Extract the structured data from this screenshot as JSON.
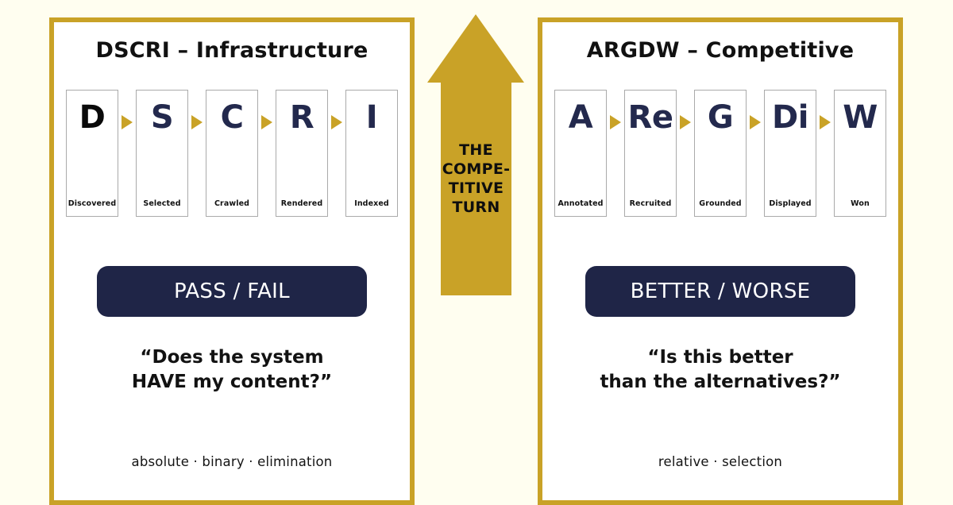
{
  "canvas": {
    "background_color": "#FFFEF0",
    "accent_gold": "#C9A227",
    "navy": "#23294D",
    "badge_navy": "#1F2547"
  },
  "left_panel": {
    "title": "DSCRI – Infrastructure",
    "cards": [
      {
        "letter": "D",
        "caption": "Discovered",
        "ink": "black"
      },
      {
        "letter": "S",
        "caption": "Selected",
        "ink": "navy"
      },
      {
        "letter": "C",
        "caption": "Crawled",
        "ink": "navy"
      },
      {
        "letter": "R",
        "caption": "Rendered",
        "ink": "navy"
      },
      {
        "letter": "I",
        "caption": "Indexed",
        "ink": "navy"
      }
    ],
    "badge": "PASS / FAIL",
    "quote_line_1": "“Does the system",
    "quote_line_2": "HAVE my content?”",
    "tagline": "absolute · binary · elimination"
  },
  "right_panel": {
    "title": "ARGDW – Competitive",
    "cards": [
      {
        "letter": "A",
        "caption": "Annotated",
        "ink": "navy"
      },
      {
        "letter": "Re",
        "caption": "Recruited",
        "ink": "navy"
      },
      {
        "letter": "G",
        "caption": "Grounded",
        "ink": "navy"
      },
      {
        "letter": "Di",
        "caption": "Displayed",
        "ink": "navy"
      },
      {
        "letter": "W",
        "caption": "Won",
        "ink": "navy"
      }
    ],
    "badge": "BETTER / WORSE",
    "quote_line_1": "“Is this better",
    "quote_line_2": "than the alternatives?”",
    "tagline": "relative · selection"
  },
  "center_arrow": {
    "direction": "up",
    "label_line_1": "THE",
    "label_line_2": "COMPE-",
    "label_line_3": "TITIVE",
    "label_line_4": "TURN"
  }
}
